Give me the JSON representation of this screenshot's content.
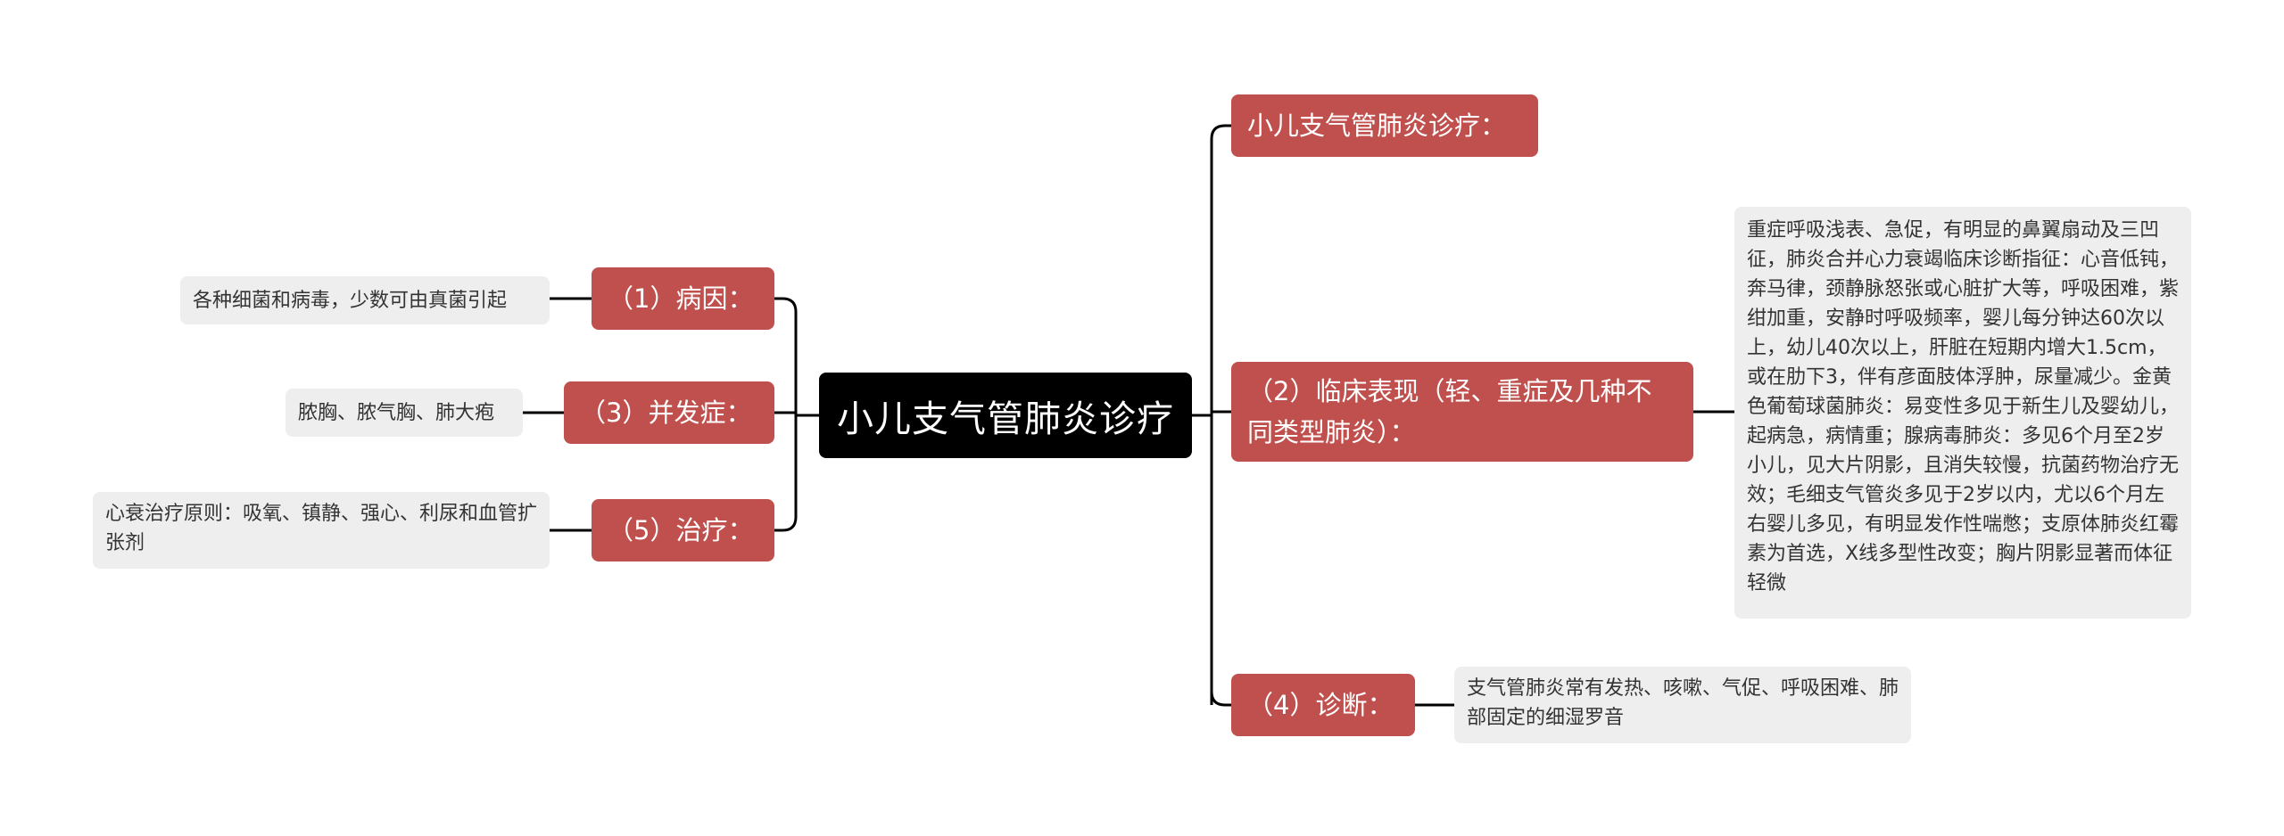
{
  "colors": {
    "root_bg": "#000000",
    "branch_bg": "#c0504d",
    "leaf_bg": "#eeeeee",
    "line": "#000000"
  },
  "root": {
    "title": "小儿支气管肺炎诊疗"
  },
  "right_branches": [
    {
      "label": "小儿支气管肺炎诊疗："
    },
    {
      "label": "（2）临床表现（轻、重症及几种不同类型肺炎）：",
      "detail": "重症呼吸浅表、急促，有明显的鼻翼扇动及三凹征，肺炎合并心力衰竭临床诊断指征：心音低钝，奔马律，颈静脉怒张或心脏扩大等，呼吸困难，紫绀加重，安静时呼吸频率，婴儿每分钟达60次以上，幼儿40次以上，肝脏在短期内增大1.5cm，或在肋下3，伴有彦面肢体浮肿，尿量减少。金黄色葡萄球菌肺炎：易变性多见于新生儿及婴幼儿，起病急，病情重；腺病毒肺炎：多见6个月至2岁小儿，见大片阴影，且消失较慢，抗菌药物治疗无效；毛细支气管炎多见于2岁以内，尤以6个月左右婴儿多见，有明显发作性喘憋；支原体肺炎红霉素为首选，X线多型性改变；胸片阴影显著而体征轻微"
    },
    {
      "label": "（4）诊断：",
      "detail": "支气管肺炎常有发热、咳嗽、气促、呼吸困难、肺部固定的细湿罗音"
    }
  ],
  "left_branches": [
    {
      "label": "（1）病因：",
      "detail": "各种细菌和病毒，少数可由真菌引起"
    },
    {
      "label": "（3）并发症：",
      "detail": "脓胸、脓气胸、肺大疱"
    },
    {
      "label": "（5）治疗：",
      "detail": "心衰治疗原则：吸氧、镇静、强心、利尿和血管扩张剂"
    }
  ]
}
